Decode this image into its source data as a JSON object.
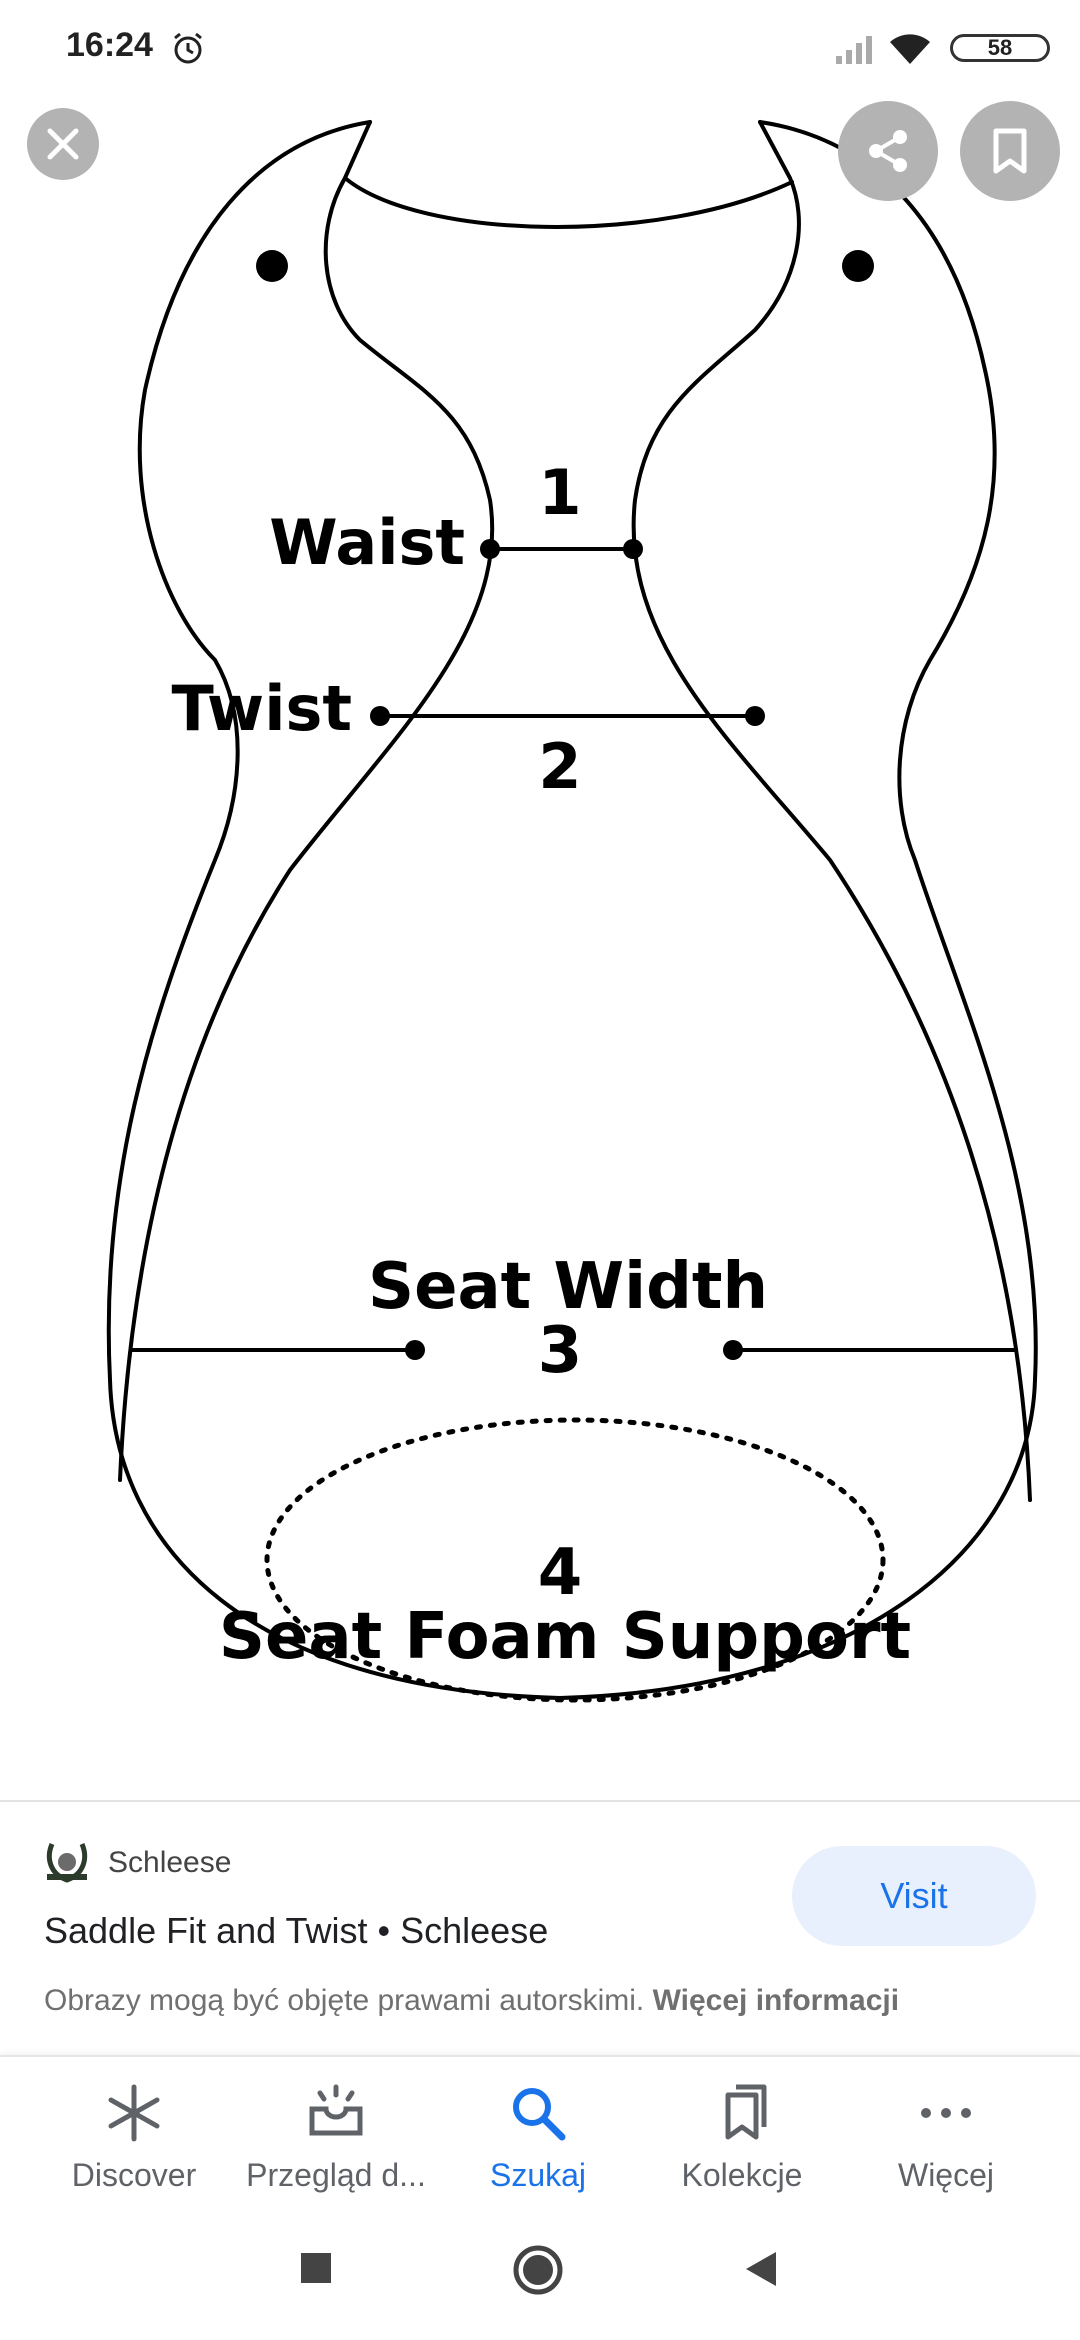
{
  "status_bar": {
    "time": "16:24",
    "battery": "58"
  },
  "viewer": {
    "diagram_labels": {
      "waist": "Waist",
      "twist": "Twist",
      "seat_width": "Seat Width",
      "seat_foam_support": "Seat Foam Support",
      "n1": "1",
      "n2": "2",
      "n3": "3",
      "n4": "4"
    }
  },
  "info": {
    "source": "Schleese",
    "title": "Saddle Fit and Twist • Schleese",
    "copyright_text": "Obrazy mogą być objęte prawami autorskimi.",
    "more_info": "Więcej informacji",
    "visit_label": "Visit"
  },
  "bottom_nav": {
    "items": [
      {
        "label": "Discover",
        "icon": "asterisk-icon"
      },
      {
        "label": "Przegląd d...",
        "icon": "inbox-updates-icon"
      },
      {
        "label": "Szukaj",
        "icon": "search-icon",
        "active": true
      },
      {
        "label": "Kolekcje",
        "icon": "collections-icon"
      },
      {
        "label": "Więcej",
        "icon": "more-horiz-icon"
      }
    ]
  },
  "colors": {
    "accent": "#1a73e8",
    "visit_bg": "#e8f0fe",
    "overlay_button": "#b3b3b3"
  }
}
